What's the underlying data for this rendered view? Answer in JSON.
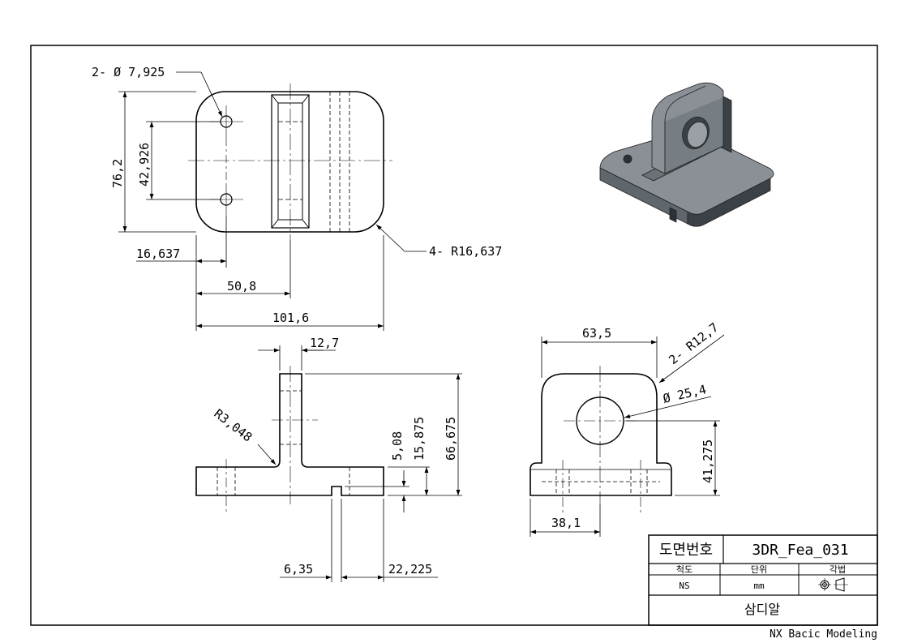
{
  "dimensions": {
    "top": {
      "holes": "2- Ø 7,925",
      "height": "76,2",
      "hole_spacing": "42,926",
      "corner_radius": "4- R16,637",
      "hole_offset": "16,637",
      "half_width": "50,8",
      "width": "101,6"
    },
    "front": {
      "thickness": "12,7",
      "fillet": "R3,048",
      "slot_depth": "5,08",
      "base_height": "15,875",
      "total_height": "66,675",
      "slot_width": "6,35",
      "slot_offset": "22,225"
    },
    "side": {
      "width": "63,5",
      "radius": "2- R12,7",
      "bore": "Ø 25,4",
      "bore_height": "41,275",
      "offset": "38,1"
    }
  },
  "title_block": {
    "drawing_no_label": "도면번호",
    "drawing_no": "3DR_Fea_031",
    "scale_label": "척도",
    "unit_label": "단위",
    "projection_label": "각법",
    "scale_value": "NS",
    "unit_value": "mm",
    "company": "삼디알"
  },
  "footer": "NX Bacic Modeling",
  "colors": {
    "line": "#000000",
    "model_light": "#8a9096",
    "model_mid": "#5f666c",
    "model_dark": "#3b4146"
  }
}
